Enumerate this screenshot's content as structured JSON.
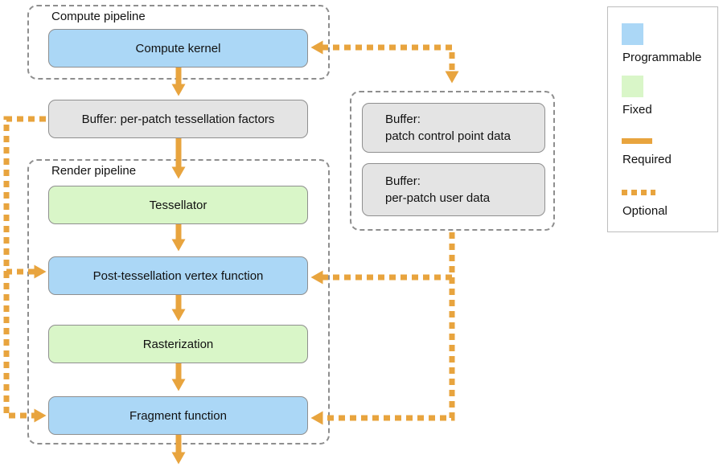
{
  "diagram": {
    "compute_pipeline": {
      "label": "Compute pipeline",
      "compute_kernel": "Compute kernel"
    },
    "tess_factors_buffer": "Buffer: per-patch tessellation factors",
    "render_pipeline": {
      "label": "Render pipeline",
      "tessellator": "Tessellator",
      "post_tessellation_vertex_function": "Post-tessellation vertex function",
      "rasterization": "Rasterization",
      "fragment_function": "Fragment function"
    },
    "patch_buffers": {
      "control_point": {
        "title": "Buffer:",
        "subtitle": "patch control point data"
      },
      "per_patch_user": {
        "title": "Buffer:",
        "subtitle": "per-patch user data"
      }
    }
  },
  "legend": {
    "programmable": "Programmable",
    "fixed": "Fixed",
    "required": "Required",
    "optional": "Optional"
  },
  "colors": {
    "programmable_fill": "#abd7f6",
    "fixed_fill": "#d9f6c8",
    "buffer_fill": "#e4e4e4",
    "connector_orange": "#e8a43e",
    "container_border": "#8e8e8e"
  }
}
